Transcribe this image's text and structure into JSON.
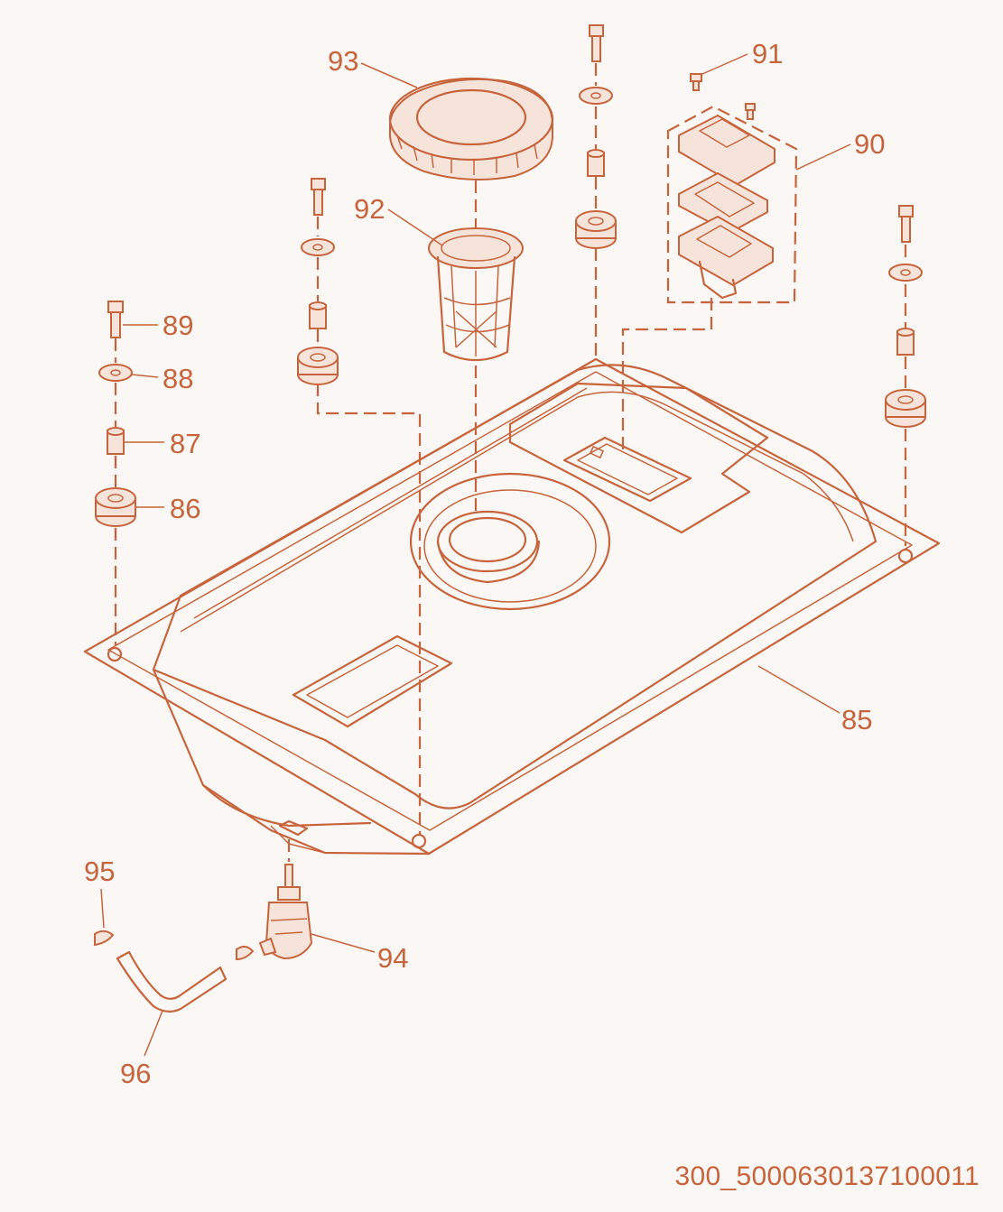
{
  "labels": {
    "p85": "85",
    "p86": "86",
    "p87": "87",
    "p88": "88",
    "p89": "89",
    "p90": "90",
    "p91": "91",
    "p92": "92",
    "p93": "93",
    "p94": "94",
    "p95": "95",
    "p96": "96"
  },
  "diagram_code": "300_5000630137100011",
  "colors": {
    "line": "#c8643c",
    "background": "#faf7f4"
  }
}
